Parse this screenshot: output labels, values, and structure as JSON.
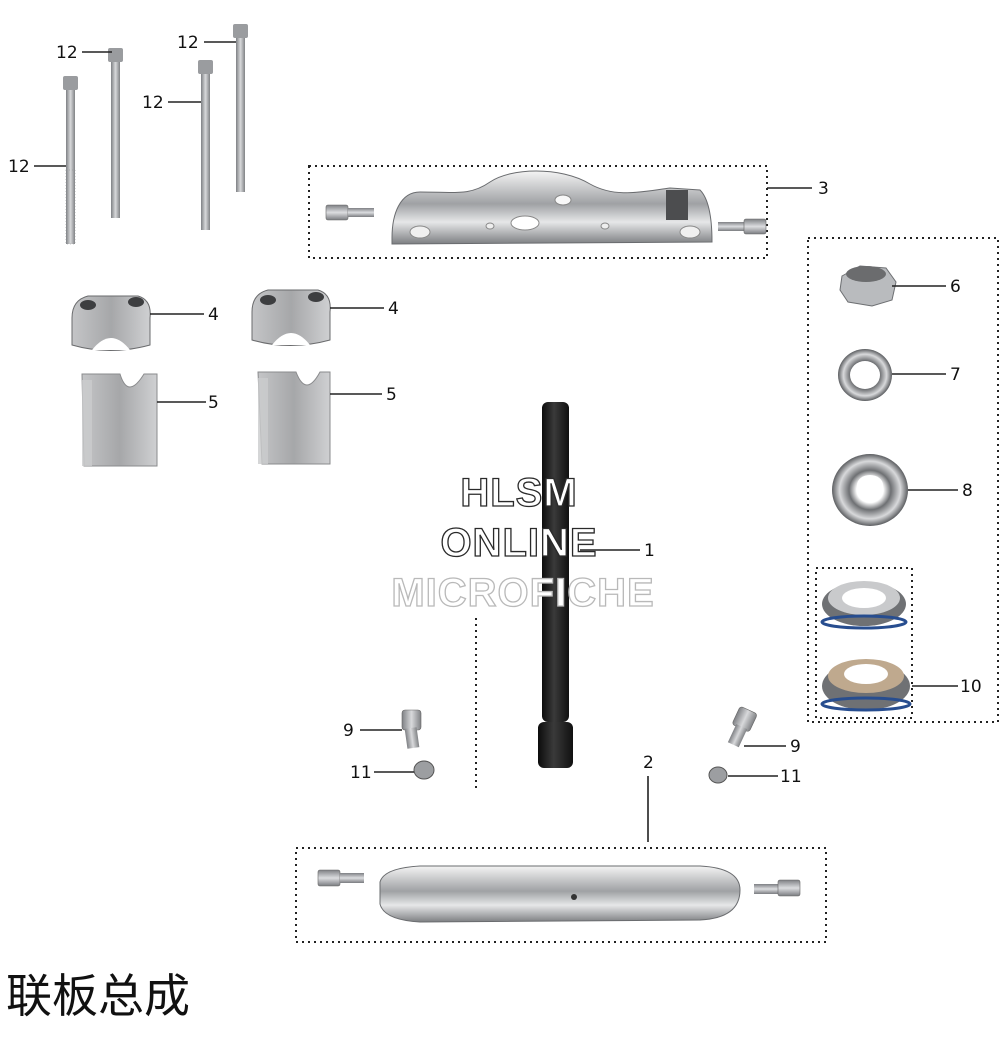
{
  "labels": {
    "p1": "1",
    "p2": "2",
    "p3": "3",
    "p4a": "4",
    "p4b": "4",
    "p5a": "5",
    "p5b": "5",
    "p6": "6",
    "p7": "7",
    "p8": "8",
    "p9a": "9",
    "p9b": "9",
    "p10": "10",
    "p11a": "11",
    "p11b": "11",
    "p12a": "12",
    "p12b": "12",
    "p12c": "12",
    "p12d": "12"
  },
  "watermark": {
    "line1": "HLSM",
    "line2": "ONLINE",
    "line3": "MICROFICHE"
  },
  "title": "联板总成",
  "colors": {
    "steel": "#a9abae",
    "chrome": "#c8cacd",
    "dark": "#1c1c1c",
    "leader": "#222222"
  }
}
